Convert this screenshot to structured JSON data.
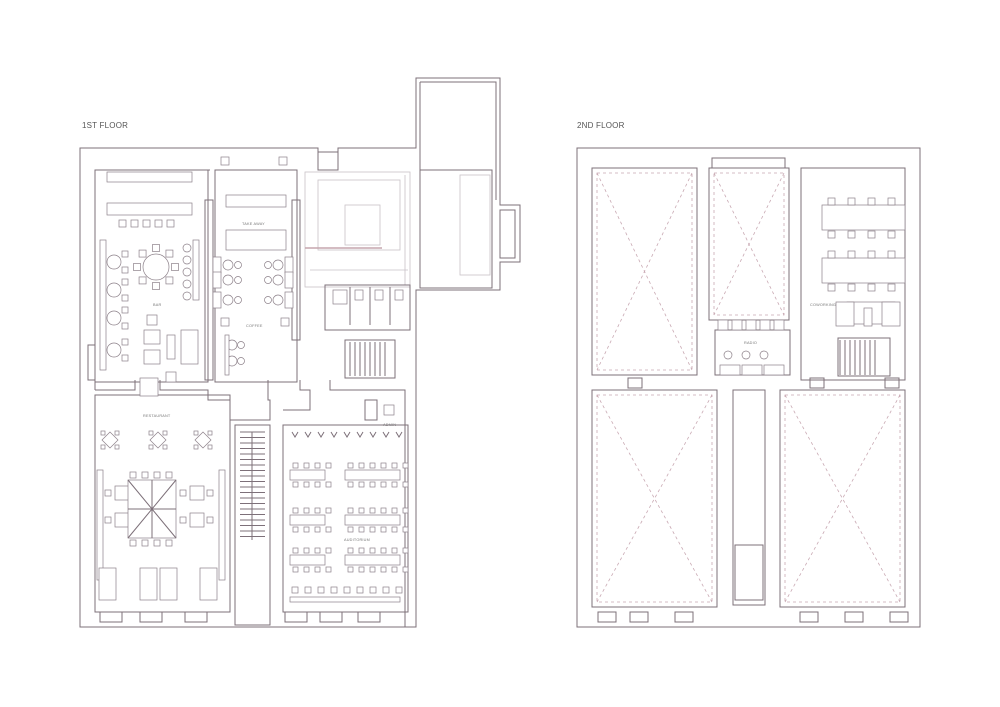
{
  "floors": {
    "first": {
      "title": "1ST FLOOR",
      "rooms": {
        "take_away": "TAKE AWAY",
        "bar": "BAR",
        "coffee": "COFFEE",
        "restaurant": "RESTAURANT",
        "admin": "ADMIN",
        "auditorium": "AUDITORIUM"
      }
    },
    "second": {
      "title": "2ND FLOOR",
      "rooms": {
        "radio": "RADIO",
        "coworking": "COWORKING"
      }
    }
  },
  "colors": {
    "wall": "#7d7079",
    "void_dash": "#c9a9b3",
    "accent": "#c5a5ae"
  }
}
